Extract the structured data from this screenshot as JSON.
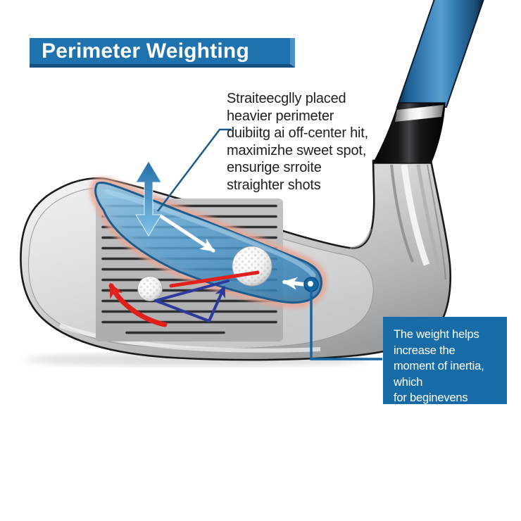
{
  "title": {
    "label": "Perimeter Weighting"
  },
  "annotation": {
    "text": "Straiteecglly placed\nheavier perimeter\nduibiitg ai off-center hit,\nmaximizhe sweet spot,\nensurige srroite\nstraighter shots"
  },
  "callout": {
    "text": "The weight helps\nincrease the\nmoment of inertia,\nwhich\nfor beginevens"
  },
  "colors": {
    "banner_blue": "#1e72ad",
    "callout_blue": "#176ca8",
    "shaft_blue": "#2f76ac",
    "weight_fill": "#4a96c8",
    "weight_outline": "#1a5c90",
    "glow_salmon": "#e7a796",
    "arrow_red": "#e0201b",
    "arrow_navy": "#2c3a9c",
    "arrow_white": "#ffffff",
    "marker_blue": "#1366a4",
    "text_dark": "#1e1e1e"
  },
  "illustration": {
    "parts": [
      "club-shaft",
      "shaft-ferrule",
      "club-head",
      "club-face-grooves",
      "perimeter-weight-region",
      "vertical-double-arrow",
      "sweet-spot-arrow",
      "miss-hit-arrow",
      "deflection-path-arrow",
      "ball-path-line",
      "weight-pointer-arrow",
      "weight-point-marker",
      "golf-ball-large",
      "golf-ball-small"
    ]
  }
}
